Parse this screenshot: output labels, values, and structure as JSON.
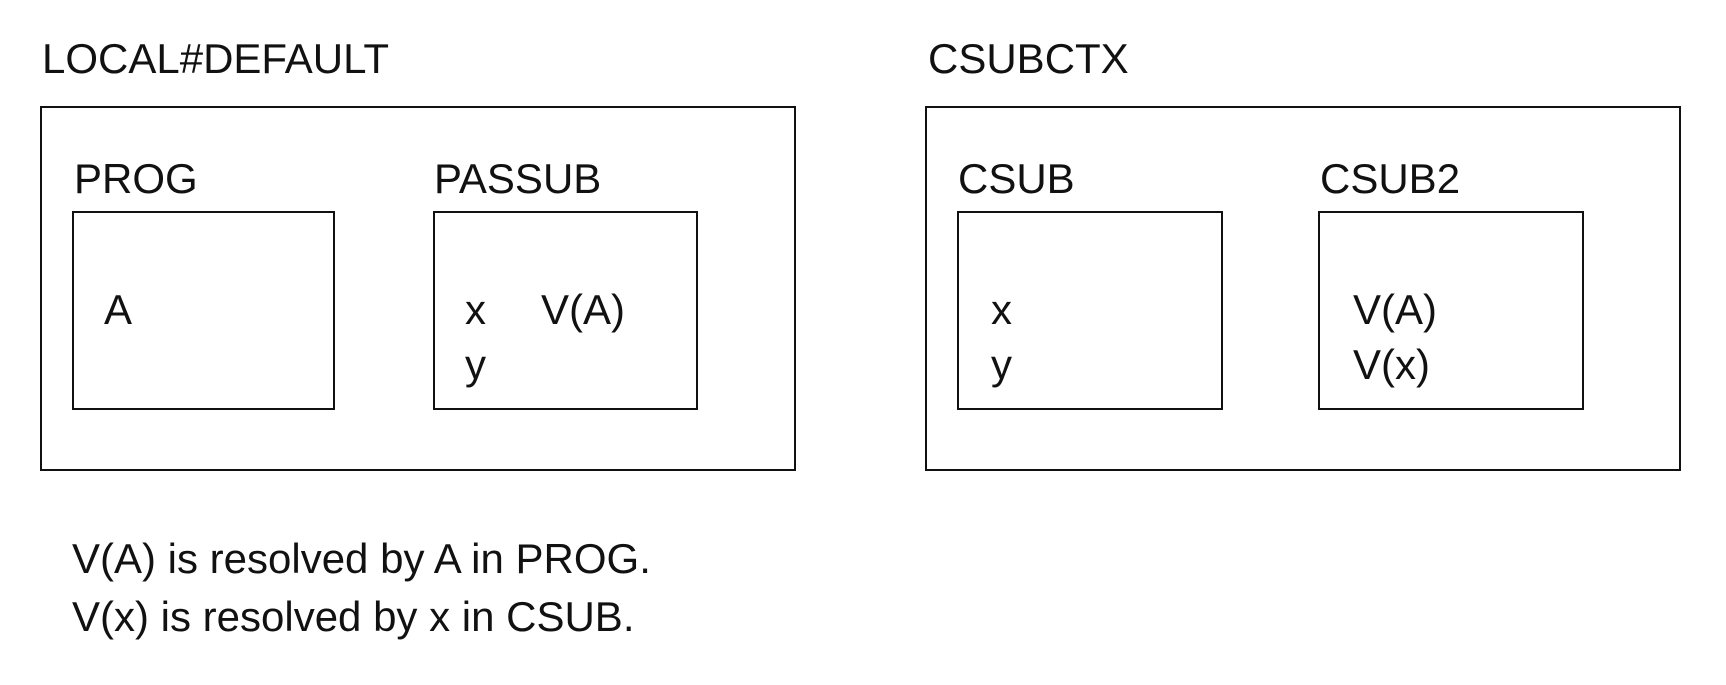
{
  "contexts": [
    {
      "name": "LOCAL#DEFAULT",
      "programs": [
        {
          "name": "PROG",
          "lines": [
            "A"
          ]
        },
        {
          "name": "PASSUB",
          "lines": [
            "x",
            "y"
          ],
          "ref": "V(A)"
        }
      ]
    },
    {
      "name": "CSUBCTX",
      "programs": [
        {
          "name": "CSUB",
          "lines": [
            "x",
            "y"
          ]
        },
        {
          "name": "CSUB2",
          "lines": [
            "V(A)",
            "V(x)"
          ]
        }
      ]
    }
  ],
  "notes": [
    "V(A) is resolved by A in PROG.",
    "V(x) is resolved by x in CSUB."
  ]
}
